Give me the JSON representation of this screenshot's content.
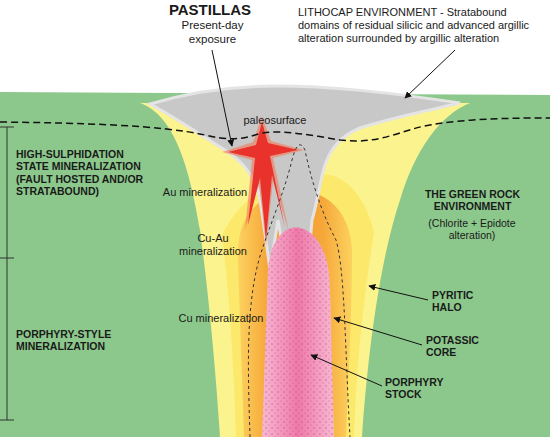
{
  "diagram": {
    "labels": [
      "PASTILLAS",
      "Present-day exposure",
      "LITHOCAP ENVIRONMENT - Stratabound domains of residual silicic and advanced argillic alteration surrounded by argillic alteration",
      "paleosurface",
      "HIGH-SULPHIDATION STATE MINERALIZATION (FAULT HOSTED AND/OR STRATABOUND)",
      "Au mineralization",
      "Cu-Au mineralization",
      "Cu mineralization",
      "PORPHYRY-STYLE MINERALIZATION",
      "THE GREEN ROCK ENVIRONMENT",
      "(Chlorite + Epidote alteration)",
      "PYRITIC HALO",
      "POTASSIC CORE",
      "PORPHYRY STOCK"
    ]
  }
}
